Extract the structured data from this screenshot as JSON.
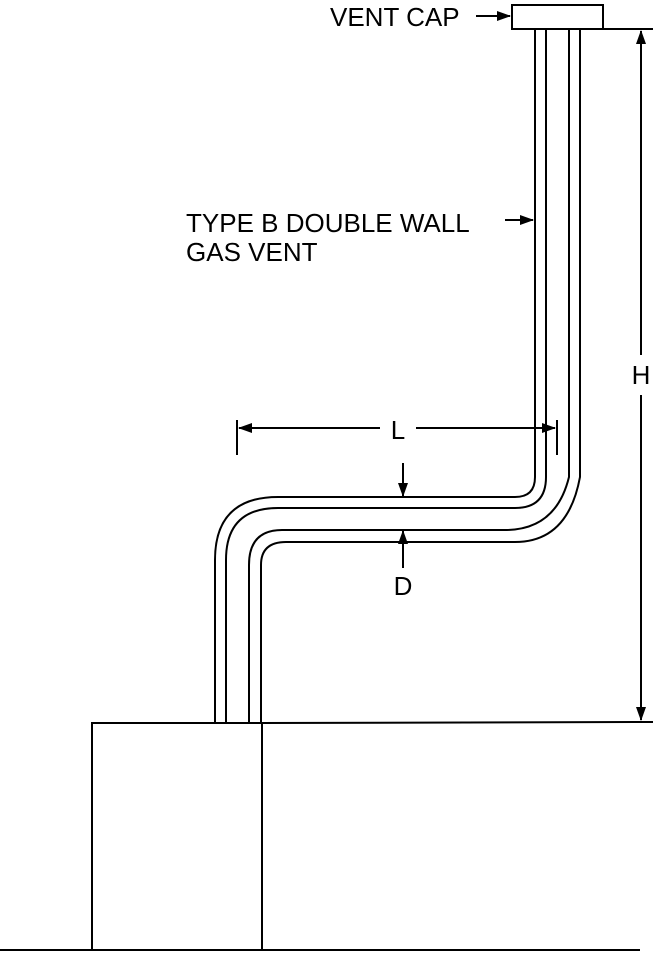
{
  "labels": {
    "vent_cap": "VENT CAP",
    "vent_type_line1": "TYPE B DOUBLE WALL",
    "vent_type_line2": "GAS VENT",
    "dim_l": "L",
    "dim_h": "H",
    "dim_d": "D"
  },
  "colors": {
    "stroke": "#000000",
    "background": "#ffffff"
  }
}
